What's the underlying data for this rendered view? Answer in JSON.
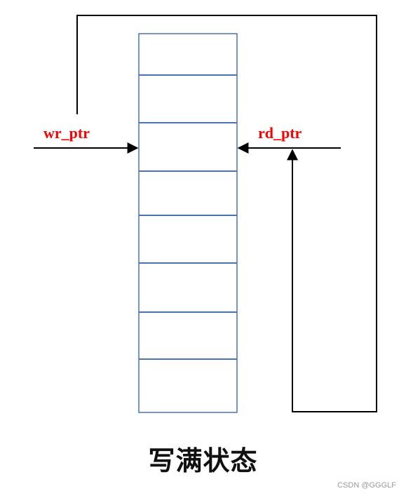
{
  "diagram": {
    "labels": {
      "write_pointer": "wr_ptr",
      "read_pointer": "rd_ptr"
    },
    "caption": "写满状态",
    "fifo_slot_count": 8,
    "colors": {
      "pointer_label": "#ff0000",
      "fifo_border": "#4a72b8",
      "arrow": "#000000"
    }
  },
  "watermark": {
    "text": "CSDN @GGGLF"
  }
}
